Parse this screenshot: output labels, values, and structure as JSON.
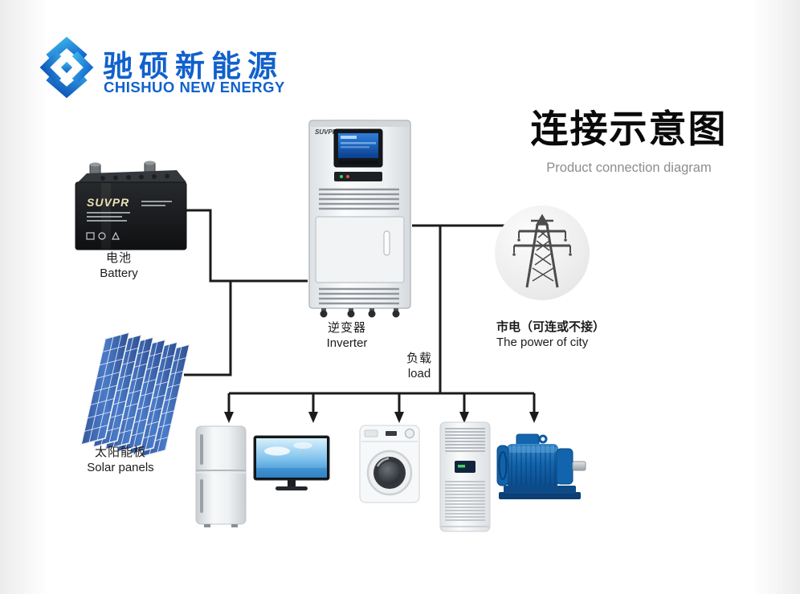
{
  "brand": {
    "logo_text_cn": "驰硕新能源",
    "logo_text_en": "CHISHUO NEW ENERGY",
    "brand_blue": "#1161cc"
  },
  "title": {
    "heading": "连接示意图",
    "subheading": "Product connection diagram"
  },
  "devices": {
    "battery": {
      "label_cn": "电池",
      "label_en": "Battery",
      "brand_mark": "SUVPR"
    },
    "solar_panels": {
      "label_cn": "太阳能板",
      "label_en": "Solar panels"
    },
    "inverter": {
      "label_cn": "逆变器",
      "label_en": "Inverter",
      "brand_mark": "SUVPR"
    },
    "city_power": {
      "label_cn": "市电（可连或不接）",
      "label_en": "The power of city"
    },
    "load": {
      "label_cn": "负载",
      "label_en": "load"
    },
    "appliances": [
      "refrigerator",
      "monitor",
      "washing-machine",
      "air-conditioner",
      "motor"
    ]
  },
  "connections": [
    {
      "from": "battery",
      "to": "inverter"
    },
    {
      "from": "solar_panels",
      "to": "inverter"
    },
    {
      "from": "inverter",
      "to": "city_power"
    },
    {
      "from": "inverter",
      "to": "load"
    },
    {
      "from": "load",
      "to": "refrigerator"
    },
    {
      "from": "load",
      "to": "monitor"
    },
    {
      "from": "load",
      "to": "washing-machine"
    },
    {
      "from": "load",
      "to": "air-conditioner"
    },
    {
      "from": "load",
      "to": "motor"
    }
  ],
  "colors": {
    "line": "#1b1b1b",
    "panel_blue": "#3a66b0",
    "motor_blue": "#1265ae"
  }
}
